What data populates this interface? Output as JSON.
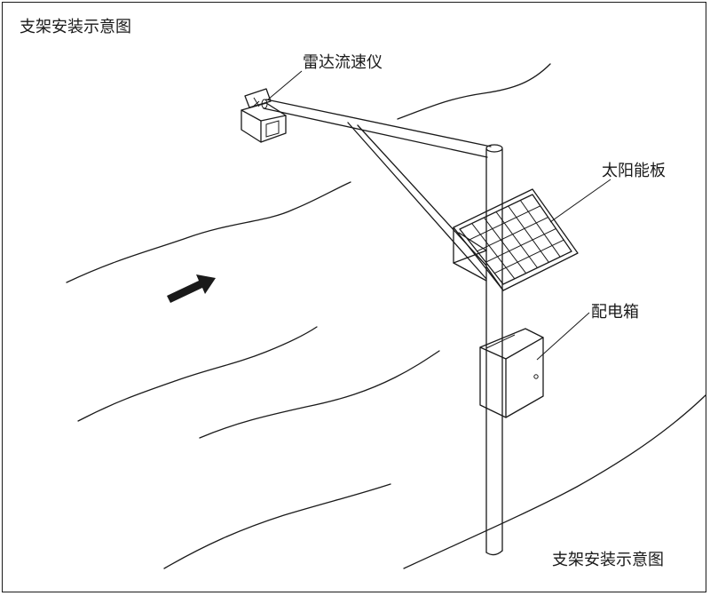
{
  "diagram": {
    "title_top": "支架安装示意图",
    "title_bottom": "支架安装示意图",
    "labels": {
      "radar": "雷达流速仪",
      "solar": "太阳能板",
      "box": "配电箱"
    }
  },
  "colors": {
    "line": "#1a1a1a",
    "background": "#ffffff"
  }
}
